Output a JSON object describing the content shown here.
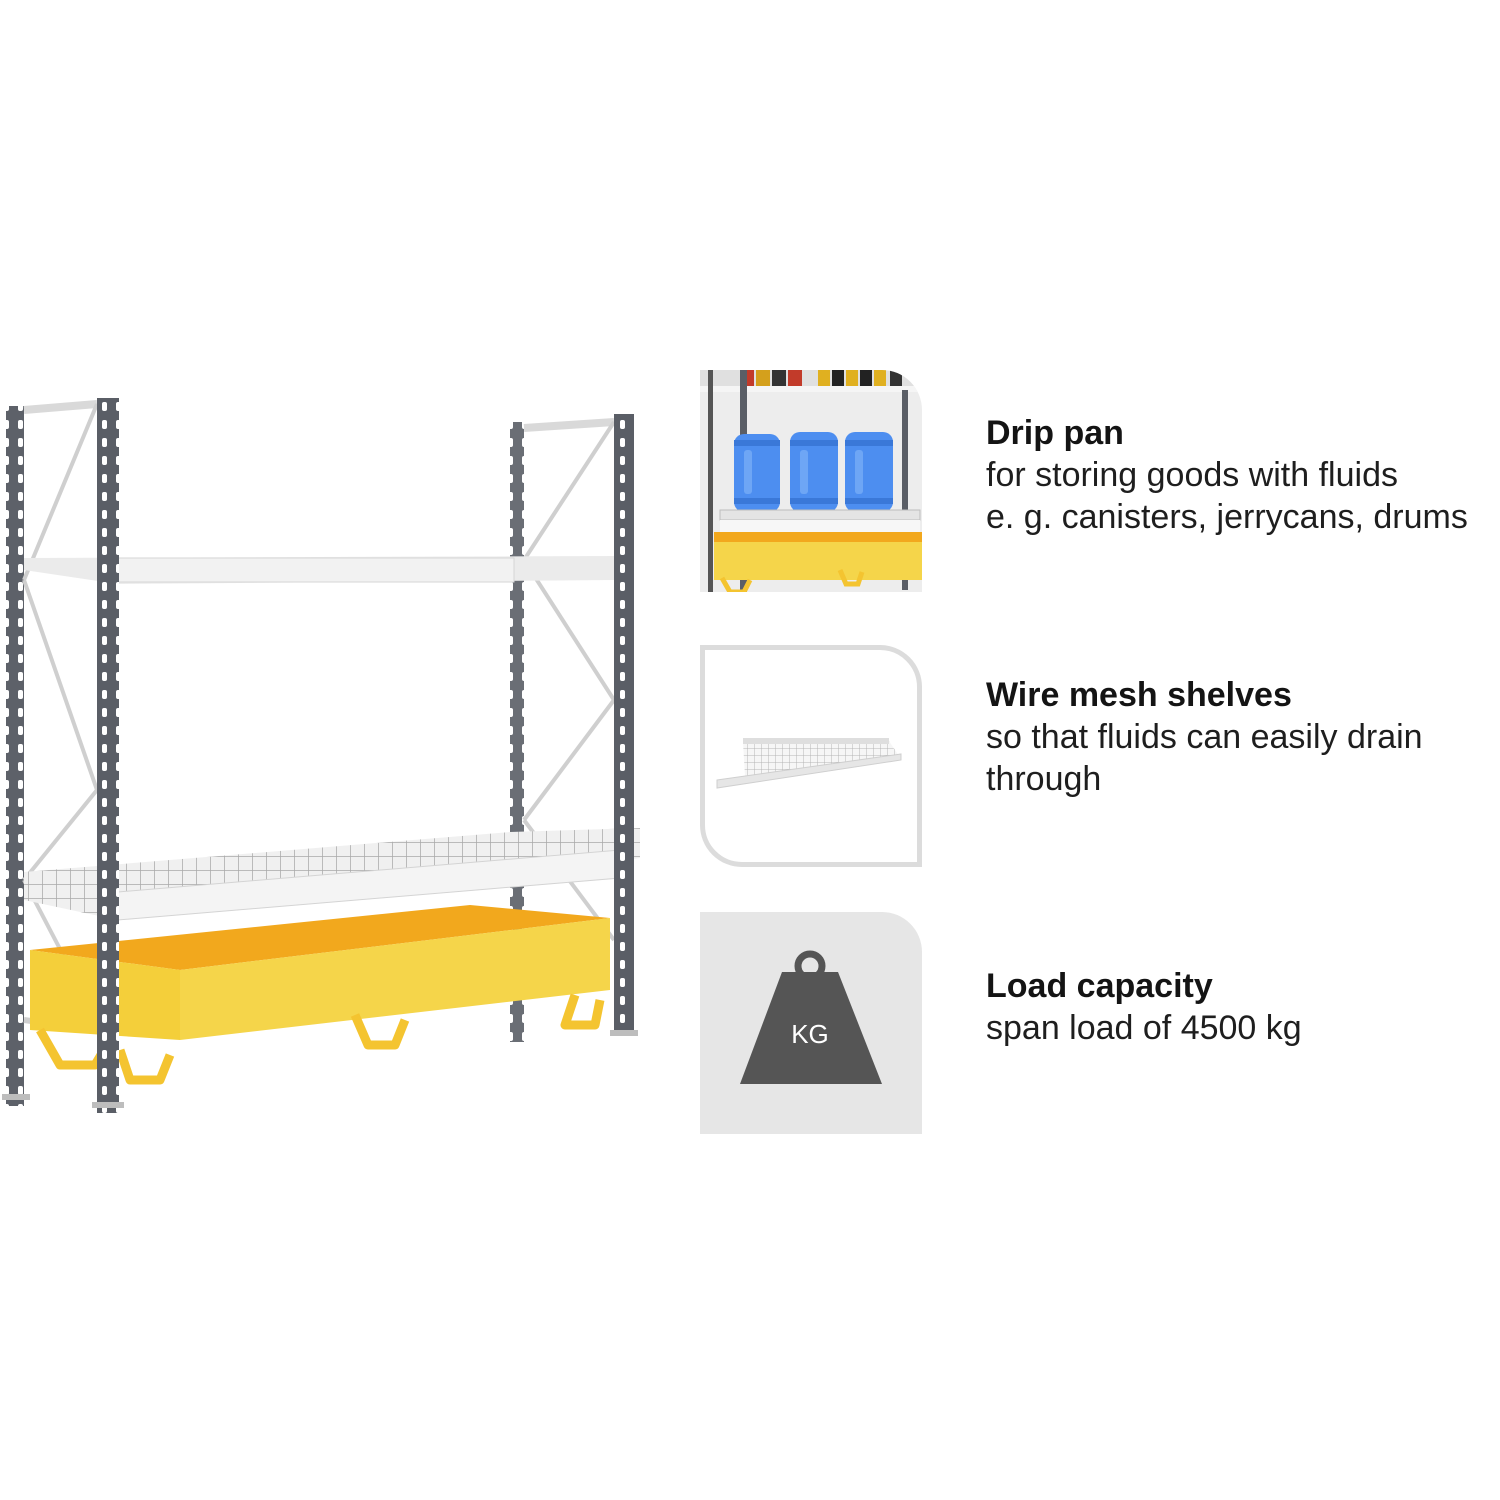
{
  "features": [
    {
      "title": "Drip pan",
      "line1": "for storing goods with fluids",
      "line2": "e. g. canisters, jerrycans, drums",
      "icon": "drip-pan-thumbnail"
    },
    {
      "title": "Wire mesh shelves",
      "line1": "so that fluids can easily drain",
      "line2": "through",
      "icon": "wire-mesh-shelf-thumbnail"
    },
    {
      "title": "Load capacity",
      "line1": "span load of 4500 kg",
      "icon": "weight-icon"
    }
  ],
  "weight_icon_label": "KG",
  "colors": {
    "upright": "#5a5e66",
    "beam": "#e8e8e8",
    "drip_pan": "#f4cf3a",
    "drip_pan_inner": "#f2a81d",
    "drum": "#4d8ef0",
    "thumb_bg": "#e6e6e6"
  }
}
